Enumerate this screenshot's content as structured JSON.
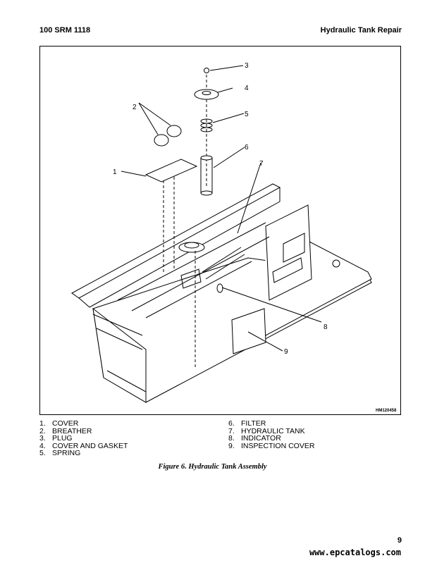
{
  "header": {
    "doc_id": "100 SRM 1118",
    "section_title": "Hydraulic Tank Repair"
  },
  "figure": {
    "callouts": [
      "1",
      "2",
      "3",
      "4",
      "5",
      "6",
      "7",
      "8",
      "9"
    ],
    "drawing_id": "HM120458"
  },
  "legend": {
    "left": [
      {
        "num": "1.",
        "text": "COVER"
      },
      {
        "num": "2.",
        "text": "BREATHER"
      },
      {
        "num": "3.",
        "text": "PLUG"
      },
      {
        "num": "4.",
        "text": "COVER AND GASKET"
      },
      {
        "num": "5.",
        "text": "SPRING"
      }
    ],
    "right": [
      {
        "num": "6.",
        "text": "FILTER"
      },
      {
        "num": "7.",
        "text": "HYDRAULIC TANK"
      },
      {
        "num": "8.",
        "text": "INDICATOR"
      },
      {
        "num": "9.",
        "text": "INSPECTION COVER"
      }
    ]
  },
  "caption": "Figure 6.  Hydraulic Tank Assembly",
  "page_number": "9",
  "watermark": "www.epcatalogs.com"
}
